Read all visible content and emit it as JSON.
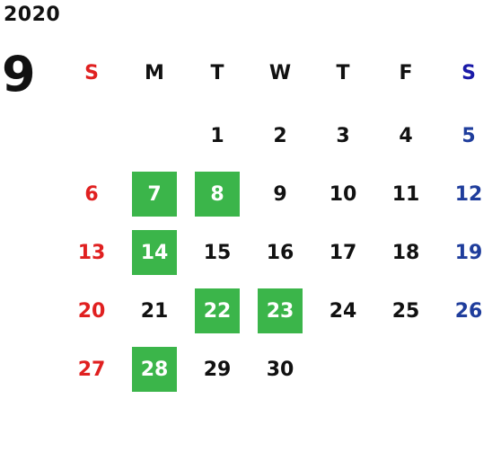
{
  "calendar": {
    "year": "2020",
    "month": "9",
    "weekdays": [
      "S",
      "M",
      "T",
      "W",
      "T",
      "F",
      "S"
    ],
    "weeks": [
      [
        "",
        "",
        "1",
        "2",
        "3",
        "4",
        "5"
      ],
      [
        "6",
        "7",
        "8",
        "9",
        "10",
        "11",
        "12"
      ],
      [
        "13",
        "14",
        "15",
        "16",
        "17",
        "18",
        "19"
      ],
      [
        "20",
        "21",
        "22",
        "23",
        "24",
        "25",
        "26"
      ],
      [
        "27",
        "28",
        "29",
        "30",
        "",
        "",
        ""
      ]
    ],
    "highlighted_days": [
      "7",
      "8",
      "14",
      "22",
      "23",
      "28"
    ],
    "colors": {
      "sunday": "#e02020",
      "saturday_header": "#1a1aa8",
      "saturday": "#1f3d9c",
      "highlight": "#3bb54a"
    }
  }
}
